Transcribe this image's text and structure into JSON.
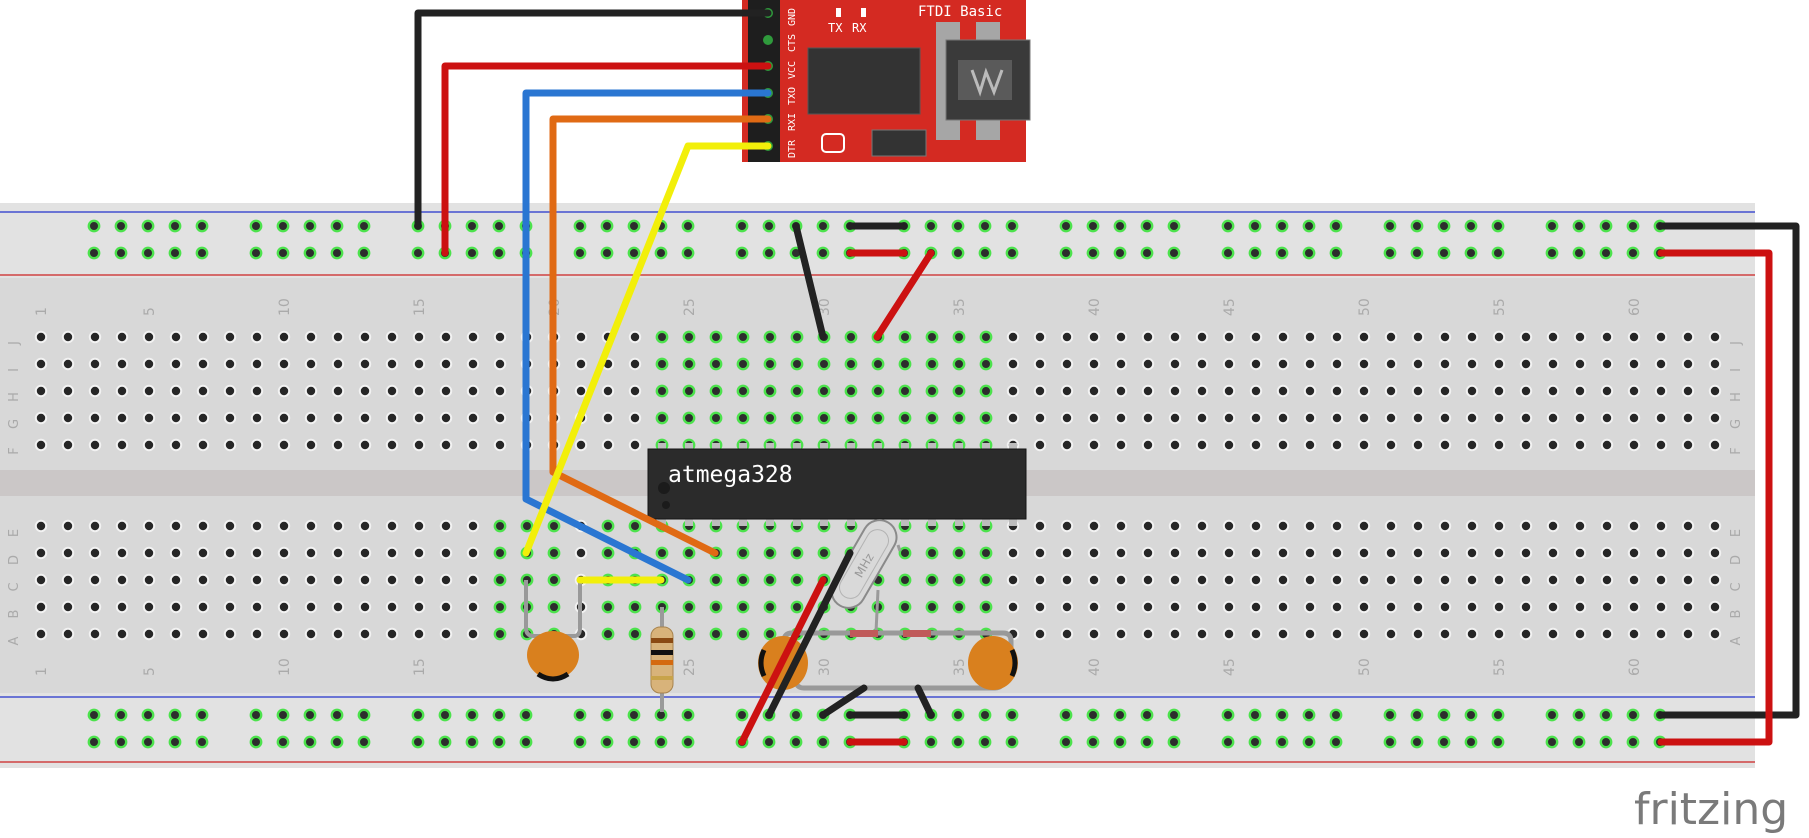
{
  "ftdi": {
    "title": "FTDI Basic",
    "tx_label": "TX",
    "rx_label": "RX",
    "pins": [
      "GND",
      "CTS",
      "VCC",
      "TXO",
      "RXI",
      "DTR"
    ]
  },
  "breadboard": {
    "column_numbers": [
      "1",
      "5",
      "10",
      "15",
      "20",
      "25",
      "30",
      "35",
      "40",
      "45",
      "50",
      "55",
      "60"
    ],
    "top_row_letters": [
      "J",
      "I",
      "H",
      "G",
      "F"
    ],
    "bottom_row_letters": [
      "E",
      "D",
      "C",
      "B",
      "A"
    ]
  },
  "chip": {
    "label": "atmega328"
  },
  "crystal": {
    "label": "MHz"
  },
  "brand": {
    "text": "fritzing"
  },
  "colors": {
    "board": "#d8d8d8",
    "rail_blue": "#2233cc",
    "rail_red": "#cc2222",
    "wire_black": "#222222",
    "wire_red": "#cc1111",
    "wire_blue": "#2a76d2",
    "wire_orange": "#e06a14",
    "wire_yellow": "#f2ef0a",
    "ftdi_red": "#d42a22",
    "cap_orange": "#d9801e"
  }
}
